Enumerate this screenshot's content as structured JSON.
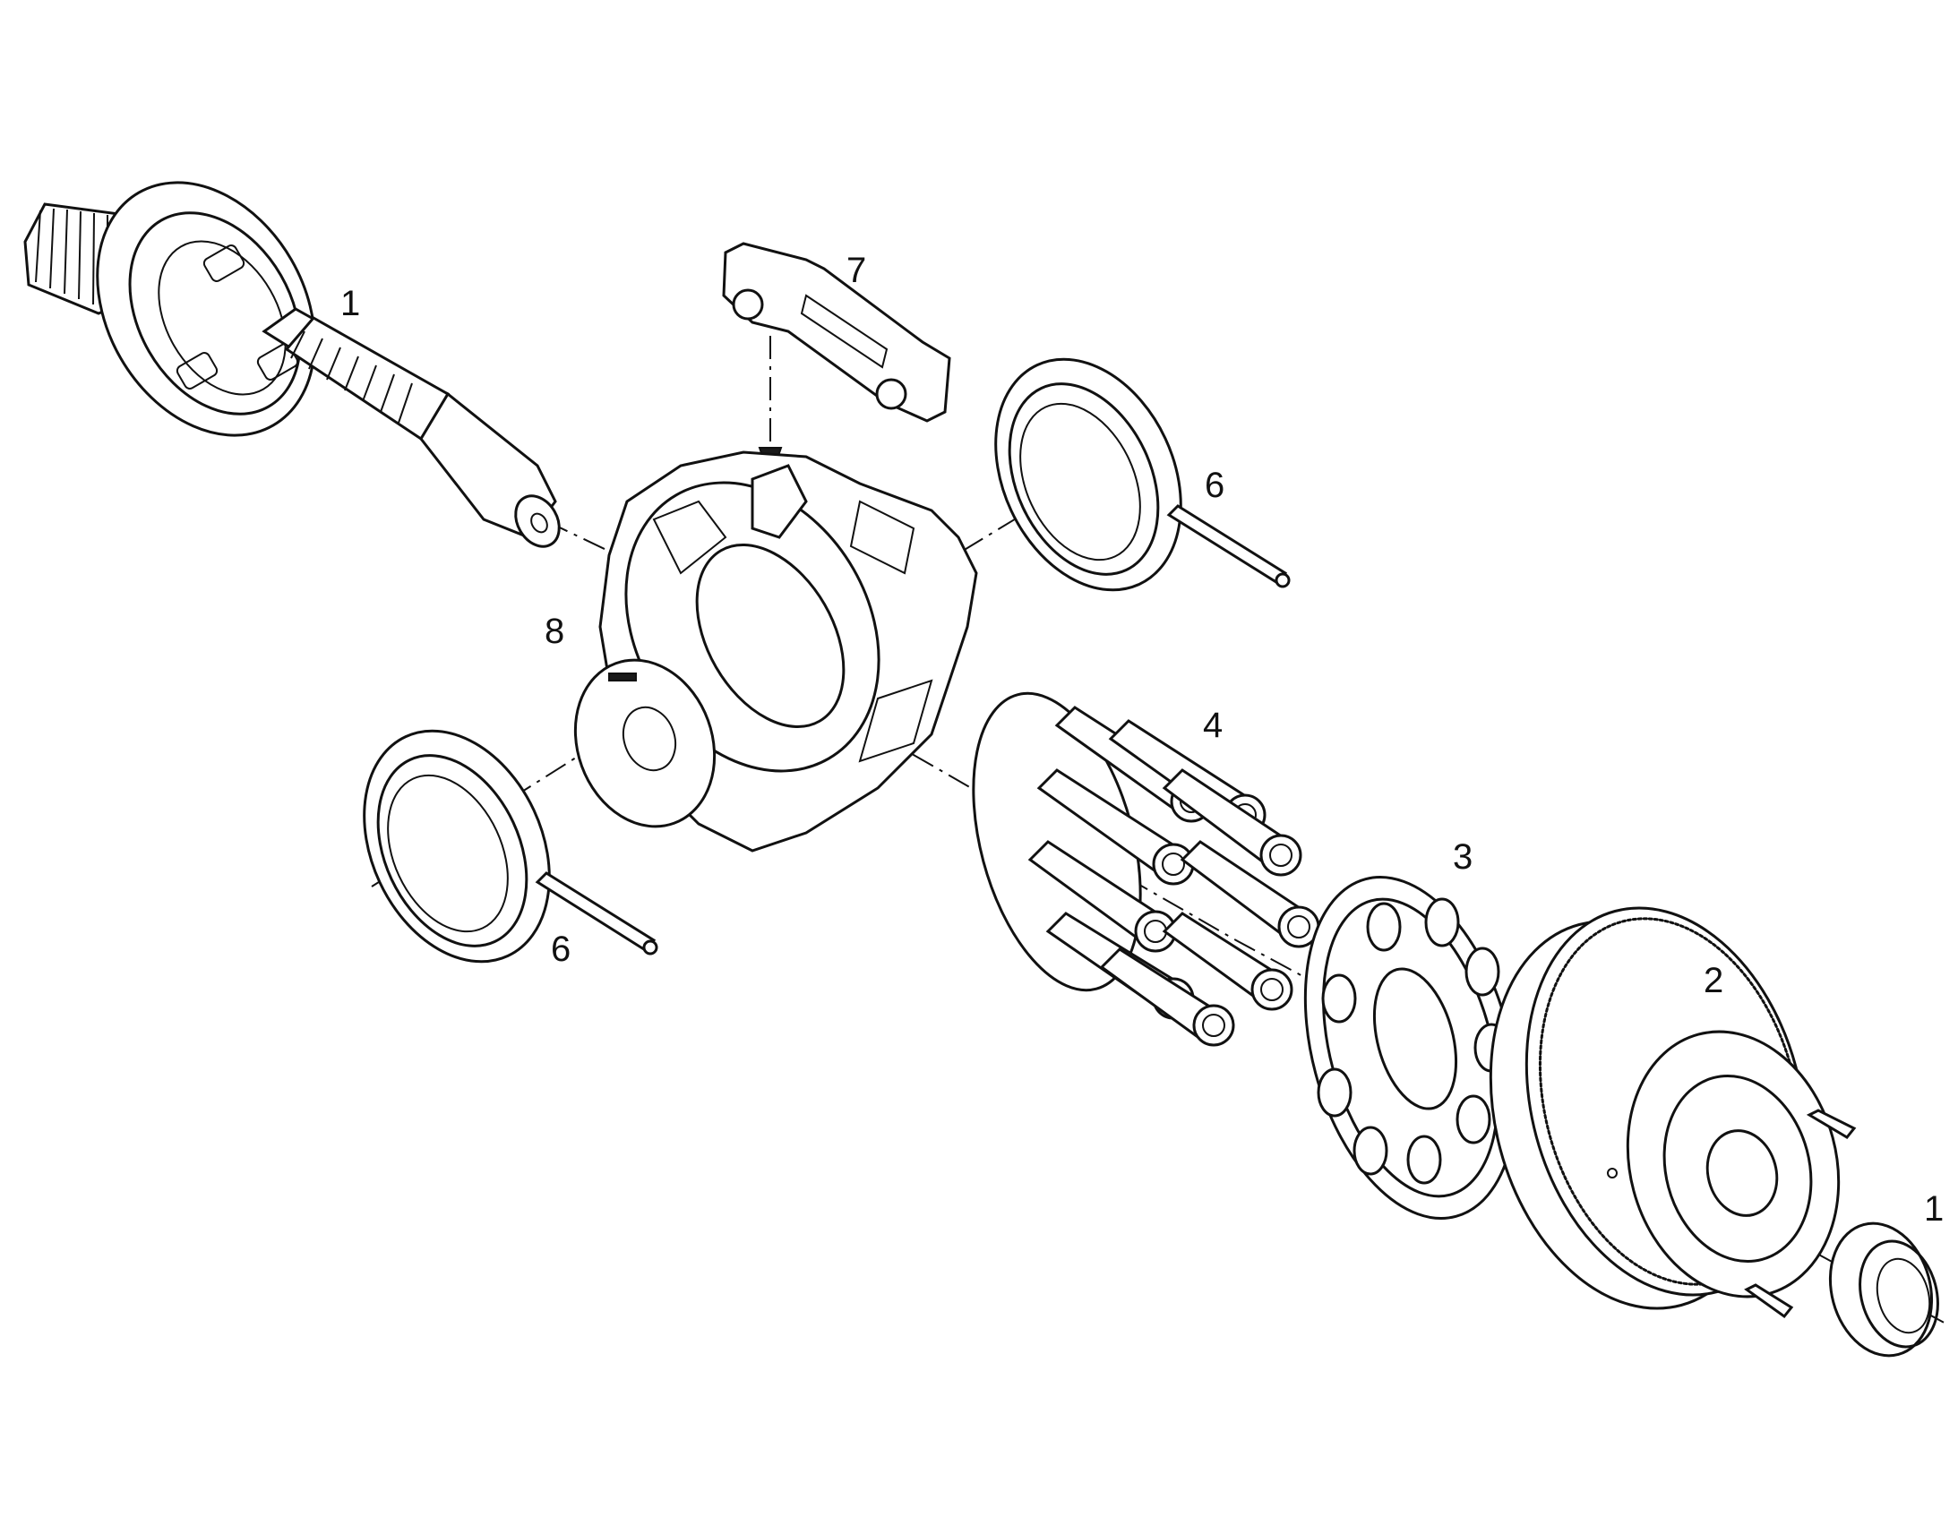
{
  "diagram": {
    "callouts": [
      {
        "id": "c1a",
        "label": "1"
      },
      {
        "id": "c7",
        "label": "7"
      },
      {
        "id": "c6a",
        "label": "6"
      },
      {
        "id": "c8",
        "label": "8"
      },
      {
        "id": "c4",
        "label": "4"
      },
      {
        "id": "c3",
        "label": "3"
      },
      {
        "id": "c6b",
        "label": "6"
      },
      {
        "id": "c2",
        "label": "2"
      },
      {
        "id": "c1b",
        "label": "1"
      }
    ],
    "colors": {
      "ink": "#111111",
      "background": "#ffffff"
    }
  }
}
